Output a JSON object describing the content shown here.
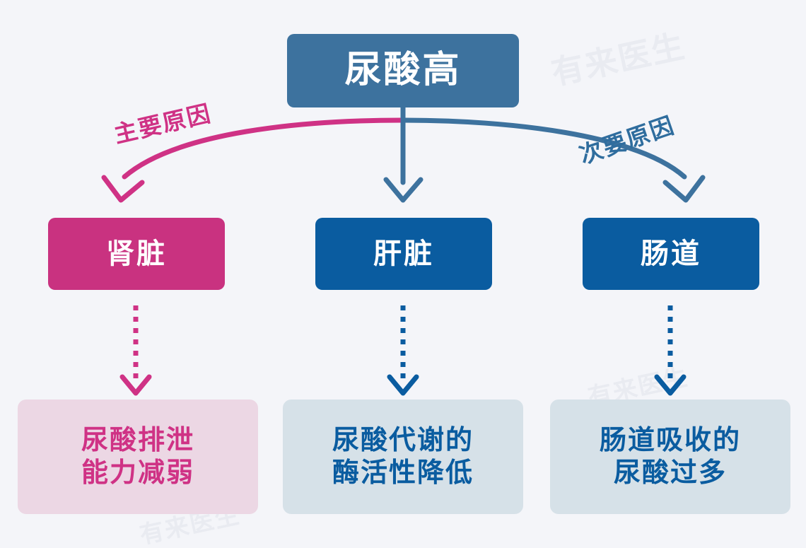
{
  "diagram": {
    "title": "尿酸高",
    "background_color": "#f4f5f9",
    "watermark_text": "有来医生",
    "branches": [
      {
        "label": "主要原因",
        "organ": "肾脏",
        "organ_color": "#c93280",
        "result_line_1": "尿酸排泄",
        "result_line_2": "能力减弱",
        "result_bg": "#ecd7e4",
        "result_text_color": "#cf3285",
        "arrow_color": "#cf3285"
      },
      {
        "label": "",
        "organ": "肝脏",
        "organ_color": "#0a5ca0",
        "result_line_1": "尿酸代谢的",
        "result_line_2": "酶活性降低",
        "result_bg": "#d6e1e8",
        "result_text_color": "#0a5ca0",
        "arrow_color": "#0a5ca0"
      },
      {
        "label": "次要原因",
        "organ": "肠道",
        "organ_color": "#0a5ca0",
        "result_line_1": "肠道吸收的",
        "result_line_2": "尿酸过多",
        "result_bg": "#d6e1e8",
        "result_text_color": "#0a5ca0",
        "arrow_color": "#0a5ca0"
      }
    ],
    "colors": {
      "top_box": "#3d729e",
      "primary_accent": "#cf3285",
      "secondary_accent": "#2f6d9e",
      "deep_blue": "#0a5ca0"
    }
  }
}
